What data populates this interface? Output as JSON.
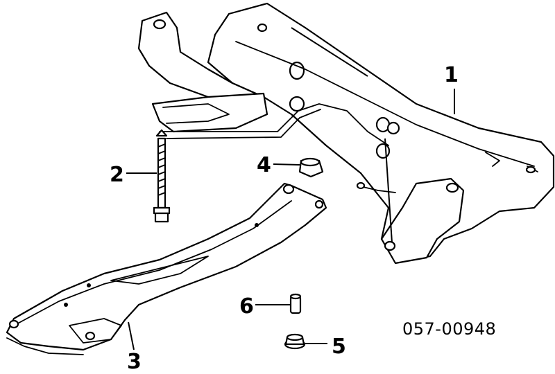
{
  "diagram": {
    "catalog_number": "057-00948",
    "callouts": [
      {
        "id": "1",
        "label": "1"
      },
      {
        "id": "2",
        "label": "2"
      },
      {
        "id": "3",
        "label": "3"
      },
      {
        "id": "4",
        "label": "4"
      },
      {
        "id": "5",
        "label": "5"
      },
      {
        "id": "6",
        "label": "6"
      }
    ]
  }
}
